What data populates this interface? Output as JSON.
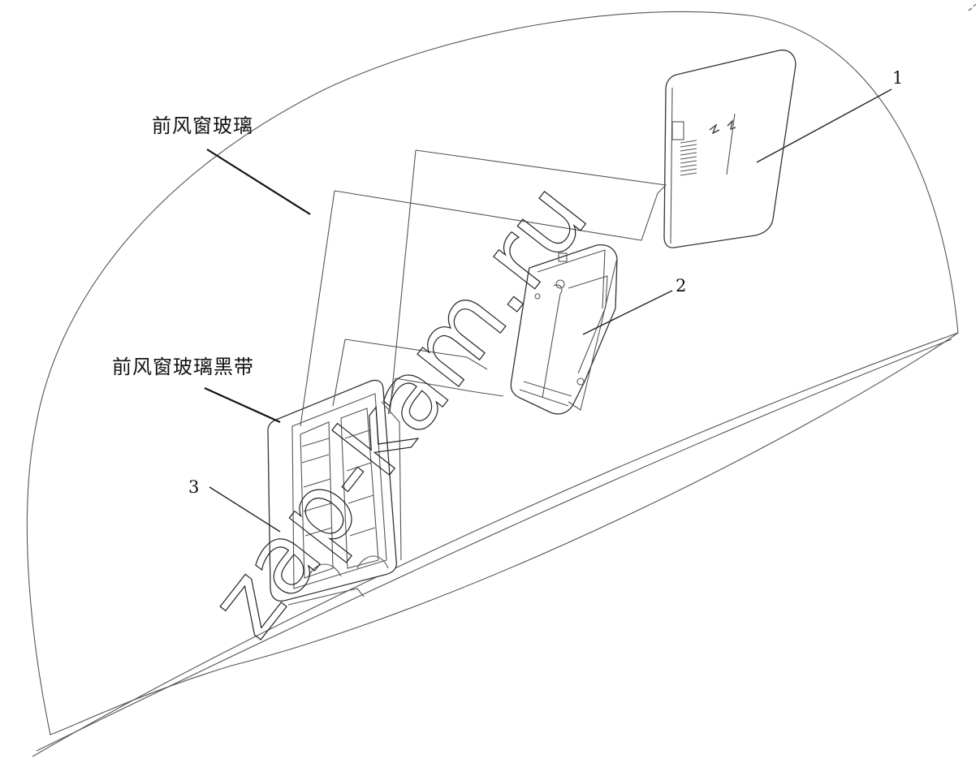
{
  "labels": {
    "windshield": "前风窗玻璃",
    "windshield_black_band": "前风窗玻璃黑带",
    "part_1": "1",
    "part_2": "2",
    "part_3": "3"
  },
  "watermark": "zap-kam.ru",
  "colors": {
    "line": "#333333",
    "background": "#ffffff",
    "text": "#111111"
  }
}
